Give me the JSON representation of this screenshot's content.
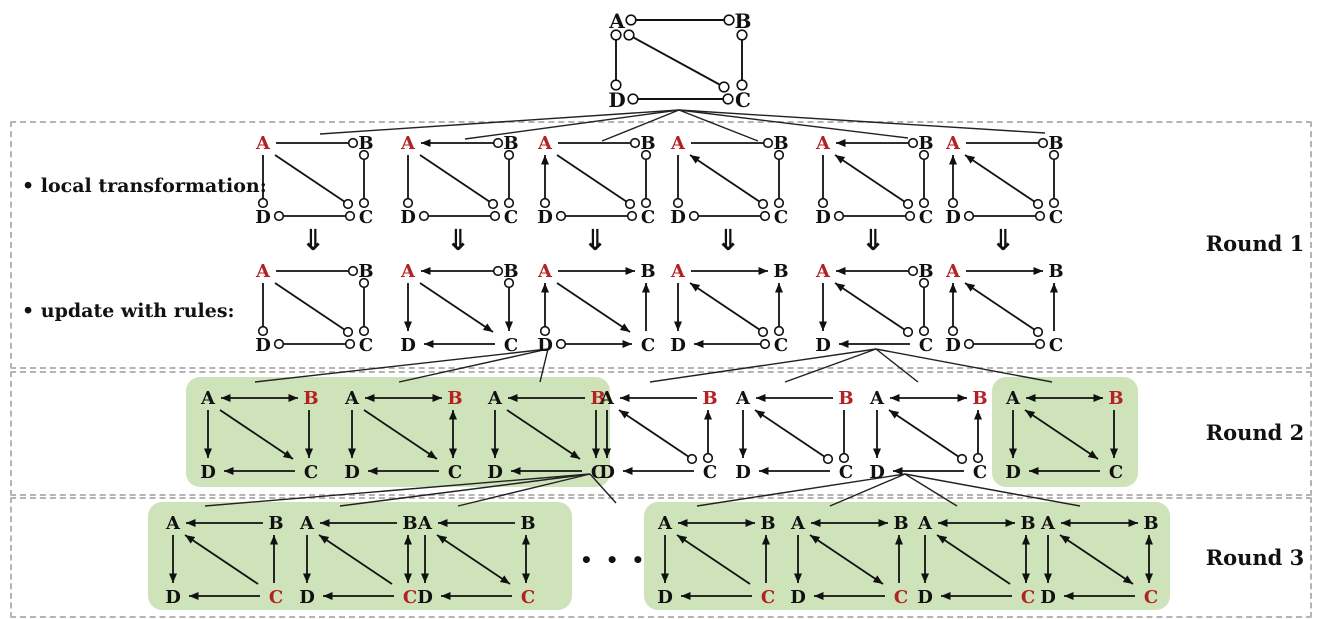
{
  "colors": {
    "active_label": "#b22222",
    "text": "#111111",
    "line": "#111111",
    "highlight_bg": "#cfe3ba",
    "dashed_border": "#b4b4b4"
  },
  "labels": {
    "round1": "Round 1",
    "round2": "Round 2",
    "round3": "Round 3",
    "local_transformation": "• local transformation:",
    "update_with_rules": "• update with rules:",
    "ellipsis": "• • •",
    "double_arrow": "⇓"
  },
  "nodes": {
    "top_left": "A",
    "top_right": "B",
    "bottom_left": "D",
    "bottom_right": "C"
  },
  "legend": {
    "end_types": {
      "o": "open-circle (unoriented port)",
      "a": "arrowhead (oriented)",
      "-": "plain"
    }
  },
  "graphs": {
    "top": {
      "active": "",
      "highlight": false,
      "edges": {
        "AB": [
          "o",
          "o"
        ],
        "AD": [
          "o",
          "o"
        ],
        "AC": [
          "o",
          "o"
        ],
        "BC": [
          "o",
          "o"
        ],
        "DC": [
          "o",
          "o"
        ]
      }
    },
    "round1_local": [
      {
        "active": "A",
        "highlight": false,
        "edges": {
          "AB": [
            "-",
            "o"
          ],
          "AD": [
            "-",
            "o"
          ],
          "AC": [
            "-",
            "o"
          ],
          "BC": [
            "o",
            "o"
          ],
          "DC": [
            "o",
            "o"
          ]
        }
      },
      {
        "active": "A",
        "highlight": false,
        "edges": {
          "AB": [
            "a",
            "o"
          ],
          "AD": [
            "-",
            "o"
          ],
          "AC": [
            "-",
            "o"
          ],
          "BC": [
            "o",
            "o"
          ],
          "DC": [
            "o",
            "o"
          ]
        }
      },
      {
        "active": "A",
        "highlight": false,
        "edges": {
          "AB": [
            "-",
            "o"
          ],
          "AD": [
            "a",
            "o"
          ],
          "AC": [
            "-",
            "o"
          ],
          "BC": [
            "o",
            "o"
          ],
          "DC": [
            "o",
            "o"
          ]
        }
      },
      {
        "active": "A",
        "highlight": false,
        "edges": {
          "AB": [
            "-",
            "o"
          ],
          "AD": [
            "-",
            "o"
          ],
          "AC": [
            "a",
            "o"
          ],
          "BC": [
            "o",
            "o"
          ],
          "DC": [
            "o",
            "o"
          ]
        }
      },
      {
        "active": "A",
        "highlight": false,
        "edges": {
          "AB": [
            "a",
            "o"
          ],
          "AD": [
            "-",
            "o"
          ],
          "AC": [
            "a",
            "o"
          ],
          "BC": [
            "o",
            "o"
          ],
          "DC": [
            "o",
            "o"
          ]
        }
      },
      {
        "active": "A",
        "highlight": false,
        "edges": {
          "AB": [
            "-",
            "o"
          ],
          "AD": [
            "a",
            "o"
          ],
          "AC": [
            "a",
            "o"
          ],
          "BC": [
            "o",
            "o"
          ],
          "DC": [
            "o",
            "o"
          ]
        }
      }
    ],
    "round1_update": [
      {
        "active": "A",
        "highlight": false,
        "edges": {
          "AB": [
            "-",
            "o"
          ],
          "AD": [
            "-",
            "o"
          ],
          "AC": [
            "-",
            "o"
          ],
          "BC": [
            "o",
            "o"
          ],
          "DC": [
            "o",
            "o"
          ]
        }
      },
      {
        "active": "A",
        "highlight": false,
        "edges": {
          "AB": [
            "a",
            "o"
          ],
          "AD": [
            "-",
            "a"
          ],
          "AC": [
            "-",
            "a"
          ],
          "BC": [
            "o",
            "a"
          ],
          "DC": [
            "a",
            "-"
          ]
        }
      },
      {
        "active": "A",
        "highlight": false,
        "edges": {
          "AB": [
            "-",
            "a"
          ],
          "AD": [
            "a",
            "o"
          ],
          "AC": [
            "-",
            "a"
          ],
          "BC": [
            "a",
            "-"
          ],
          "DC": [
            "o",
            "a"
          ]
        }
      },
      {
        "active": "A",
        "highlight": false,
        "edges": {
          "AB": [
            "-",
            "a"
          ],
          "AD": [
            "-",
            "a"
          ],
          "AC": [
            "a",
            "o"
          ],
          "BC": [
            "a",
            "o"
          ],
          "DC": [
            "a",
            "o"
          ]
        }
      },
      {
        "active": "A",
        "highlight": false,
        "edges": {
          "AB": [
            "a",
            "o"
          ],
          "AD": [
            "-",
            "a"
          ],
          "AC": [
            "a",
            "o"
          ],
          "BC": [
            "o",
            "o"
          ],
          "DC": [
            "a",
            "-"
          ]
        }
      },
      {
        "active": "A",
        "highlight": false,
        "edges": {
          "AB": [
            "-",
            "a"
          ],
          "AD": [
            "a",
            "o"
          ],
          "AC": [
            "a",
            "o"
          ],
          "BC": [
            "a",
            "-"
          ],
          "DC": [
            "o",
            "o"
          ]
        }
      }
    ],
    "round2": [
      {
        "active": "B",
        "highlight": true,
        "edges": {
          "AB": [
            "a",
            "a"
          ],
          "AD": [
            "-",
            "a"
          ],
          "AC": [
            "-",
            "a"
          ],
          "BC": [
            "-",
            "a"
          ],
          "DC": [
            "a",
            "-"
          ]
        }
      },
      {
        "active": "B",
        "highlight": true,
        "edges": {
          "AB": [
            "a",
            "a"
          ],
          "AD": [
            "-",
            "a"
          ],
          "AC": [
            "-",
            "a"
          ],
          "BC": [
            "a",
            "a"
          ],
          "DC": [
            "a",
            "-"
          ]
        }
      },
      {
        "active": "B",
        "highlight": true,
        "edges": {
          "AB": [
            "a",
            "-"
          ],
          "AD": [
            "-",
            "a"
          ],
          "AC": [
            "-",
            "a"
          ],
          "BC": [
            "-",
            "a"
          ],
          "DC": [
            "a",
            "-"
          ]
        }
      },
      {
        "active": "B",
        "highlight": false,
        "edges": {
          "AB": [
            "a",
            "-"
          ],
          "AD": [
            "-",
            "a"
          ],
          "AC": [
            "a",
            "o"
          ],
          "BC": [
            "a",
            "o"
          ],
          "DC": [
            "a",
            "-"
          ]
        }
      },
      {
        "active": "B",
        "highlight": false,
        "edges": {
          "AB": [
            "a",
            "-"
          ],
          "AD": [
            "-",
            "a"
          ],
          "AC": [
            "a",
            "o"
          ],
          "BC": [
            "-",
            "o"
          ],
          "DC": [
            "a",
            "-"
          ]
        }
      },
      {
        "active": "B",
        "highlight": false,
        "edges": {
          "AB": [
            "a",
            "a"
          ],
          "AD": [
            "-",
            "a"
          ],
          "AC": [
            "a",
            "o"
          ],
          "BC": [
            "a",
            "o"
          ],
          "DC": [
            "a",
            "-"
          ]
        }
      },
      {
        "active": "B",
        "highlight": true,
        "edges": {
          "AB": [
            "a",
            "a"
          ],
          "AD": [
            "-",
            "a"
          ],
          "AC": [
            "a",
            "a"
          ],
          "BC": [
            "-",
            "a"
          ],
          "DC": [
            "a",
            "-"
          ]
        }
      }
    ],
    "round3": [
      {
        "active": "C",
        "highlight": true,
        "edges": {
          "AB": [
            "a",
            "-"
          ],
          "AD": [
            "-",
            "a"
          ],
          "AC": [
            "a",
            "-"
          ],
          "BC": [
            "a",
            "-"
          ],
          "DC": [
            "a",
            "-"
          ]
        }
      },
      {
        "active": "C",
        "highlight": true,
        "edges": {
          "AB": [
            "a",
            "-"
          ],
          "AD": [
            "-",
            "a"
          ],
          "AC": [
            "a",
            "-"
          ],
          "BC": [
            "a",
            "a"
          ],
          "DC": [
            "a",
            "-"
          ]
        }
      },
      {
        "active": "C",
        "highlight": true,
        "edges": {
          "AB": [
            "a",
            "-"
          ],
          "AD": [
            "-",
            "a"
          ],
          "AC": [
            "a",
            "a"
          ],
          "BC": [
            "a",
            "a"
          ],
          "DC": [
            "a",
            "-"
          ]
        }
      },
      {
        "active": "C",
        "highlight": true,
        "edges": {
          "AB": [
            "a",
            "a"
          ],
          "AD": [
            "-",
            "a"
          ],
          "AC": [
            "a",
            "-"
          ],
          "BC": [
            "a",
            "-"
          ],
          "DC": [
            "a",
            "-"
          ]
        }
      },
      {
        "active": "C",
        "highlight": true,
        "edges": {
          "AB": [
            "a",
            "a"
          ],
          "AD": [
            "-",
            "a"
          ],
          "AC": [
            "a",
            "a"
          ],
          "BC": [
            "a",
            "-"
          ],
          "DC": [
            "a",
            "-"
          ]
        }
      },
      {
        "active": "C",
        "highlight": true,
        "edges": {
          "AB": [
            "a",
            "a"
          ],
          "AD": [
            "-",
            "a"
          ],
          "AC": [
            "a",
            "-"
          ],
          "BC": [
            "a",
            "a"
          ],
          "DC": [
            "a",
            "-"
          ]
        }
      },
      {
        "active": "C",
        "highlight": true,
        "edges": {
          "AB": [
            "a",
            "a"
          ],
          "AD": [
            "-",
            "a"
          ],
          "AC": [
            "a",
            "a"
          ],
          "BC": [
            "a",
            "a"
          ],
          "DC": [
            "a",
            "-"
          ]
        }
      }
    ]
  }
}
